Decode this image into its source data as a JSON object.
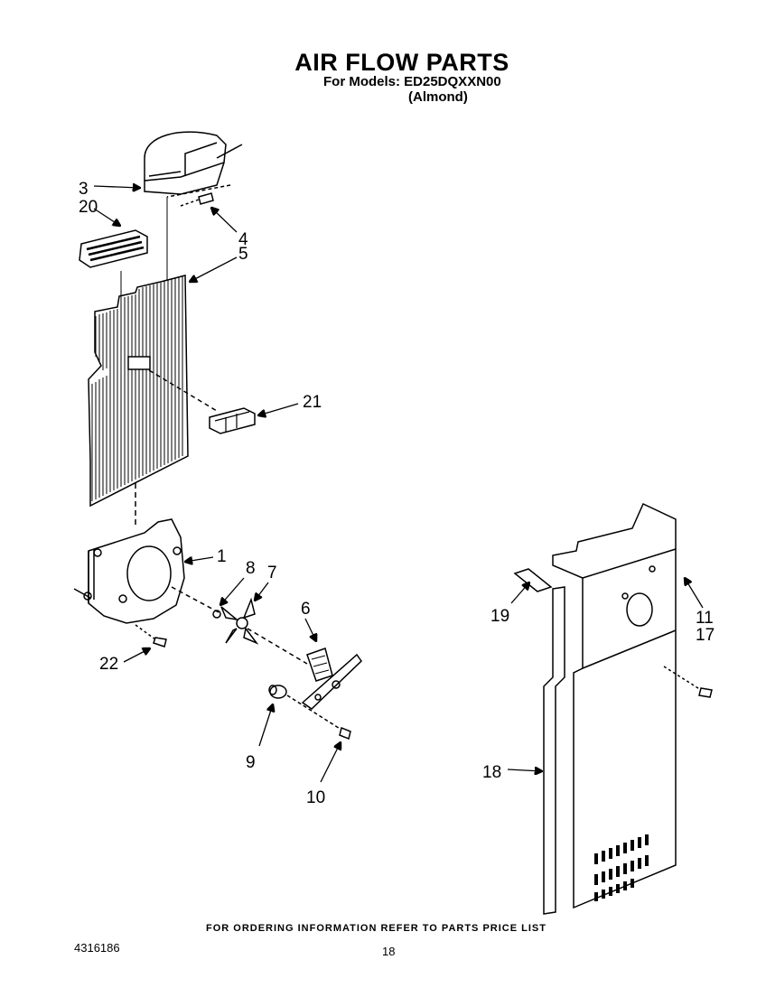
{
  "header": {
    "title": "AIR FLOW PARTS",
    "models_line": "For Models: ED25DQXXN00",
    "variant": "(Almond)"
  },
  "footer": {
    "ordering_note": "FOR ORDERING INFORMATION REFER TO PARTS PRICE LIST",
    "document_number": "4316186",
    "page_number": "18"
  },
  "callouts": [
    "1",
    "3",
    "4",
    "5",
    "6",
    "7",
    "8",
    "9",
    "10",
    "11",
    "17",
    "18",
    "19",
    "20",
    "21",
    "22"
  ]
}
